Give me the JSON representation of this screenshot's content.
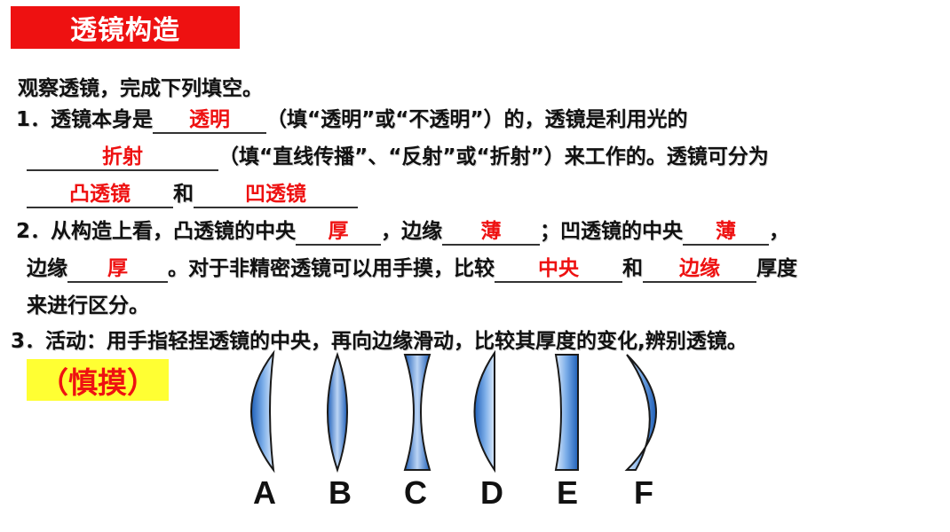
{
  "title": "透镜构造",
  "intro": "观察透镜，完成下列填空。",
  "q1": {
    "prefix": "1．透镜本身是",
    "a1": "透明",
    "mid1": "（填“透明”或“不透明”）的，透镜是利用光的",
    "a2": "折射",
    "mid2": "（填“直线传播”、“反射”或“折射”）来工作的。透镜可分为",
    "a3": "凸透镜",
    "and": "和",
    "a4": "凹透镜"
  },
  "q2": {
    "prefix": "2．从构造上看，凸透镜的中央",
    "a1": "厚",
    "t1": "，边缘",
    "a2": "薄",
    "t2": "；凹透镜的中央",
    "a3": "薄",
    "t3": "，",
    "t4": "边缘",
    "a4": "厚",
    "t5": "。对于非精密透镜可以用手摸，比较",
    "a5": "中央",
    "t6": "和",
    "a6": "边缘",
    "t7": "厚度",
    "t8": "来进行区分。"
  },
  "q3": "3．活动：用手指轻捏透镜的中央，再向边缘滑动，比较其厚度的变化,辨别透镜。",
  "caution": "（慎摸）",
  "lenses": [
    {
      "label": "A",
      "icon": "plano-convex-lens-icon"
    },
    {
      "label": "B",
      "icon": "biconvex-lens-icon"
    },
    {
      "label": "C",
      "icon": "biconcave-lens-icon"
    },
    {
      "label": "D",
      "icon": "plano-convex-lens-icon"
    },
    {
      "label": "E",
      "icon": "plano-concave-lens-icon"
    },
    {
      "label": "F",
      "icon": "meniscus-lens-icon"
    }
  ],
  "colors": {
    "title_bg": "#ee1111",
    "answer": "#ee1111",
    "caution_bg": "#ffff33",
    "lens_fill": "#4a86d2"
  }
}
